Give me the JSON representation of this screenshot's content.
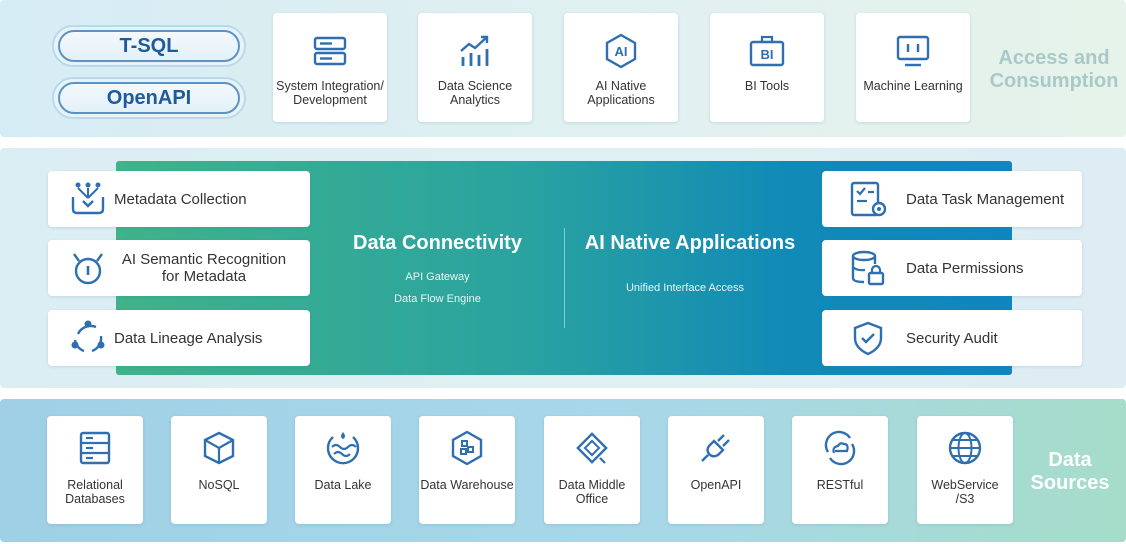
{
  "access": {
    "pills": [
      "T-SQL",
      "OpenAPI"
    ],
    "cards": [
      {
        "label": "System Integration/ Development",
        "icon": "server-icon"
      },
      {
        "label": "Data Science Analytics",
        "icon": "chart-growth-icon"
      },
      {
        "label": "AI Native Applications",
        "icon": "ai-hexagon-icon"
      },
      {
        "label": "BI Tools",
        "icon": "bi-briefcase-icon"
      },
      {
        "label": "Machine Learning",
        "icon": "monitor-icon"
      }
    ],
    "section_label": "Access and Consumption"
  },
  "middle": {
    "left": [
      {
        "label": "Metadata Collection",
        "icon": "funnel-collect-icon"
      },
      {
        "label": "AI Semantic Recognition for Metadata",
        "icon": "robot-icon"
      },
      {
        "label": "Data Lineage Analysis",
        "icon": "lineage-nodes-icon"
      }
    ],
    "center": {
      "left_title": "Data Connectivity",
      "left_subs": [
        "API Gateway",
        "Data Flow Engine"
      ],
      "right_title": "AI Native Applications",
      "right_subs": [
        "Unified Interface Access"
      ]
    },
    "right": [
      {
        "label": "Data Task Management",
        "icon": "task-checklist-icon"
      },
      {
        "label": "Data Permissions",
        "icon": "database-lock-icon"
      },
      {
        "label": "Security Audit",
        "icon": "shield-check-icon"
      }
    ]
  },
  "sources": {
    "cards": [
      {
        "label": "Relational Databases",
        "icon": "rack-icon"
      },
      {
        "label": "NoSQL",
        "icon": "cube-icon"
      },
      {
        "label": "Data Lake",
        "icon": "water-icon"
      },
      {
        "label": "Data Warehouse",
        "icon": "hex-grid-icon"
      },
      {
        "label": "Data Middle Office",
        "icon": "diamond-chip-icon"
      },
      {
        "label": "OpenAPI",
        "icon": "plug-icon"
      },
      {
        "label": "RESTful",
        "icon": "cloud-sync-icon"
      },
      {
        "label": "WebService /S3",
        "icon": "globe-icon"
      }
    ],
    "section_label": "Data Sources"
  },
  "colors": {
    "icon": "#2f6fb0",
    "pill_text": "#1f5a9a",
    "panel_start": "#3fb389",
    "panel_end": "#0f86c0"
  }
}
